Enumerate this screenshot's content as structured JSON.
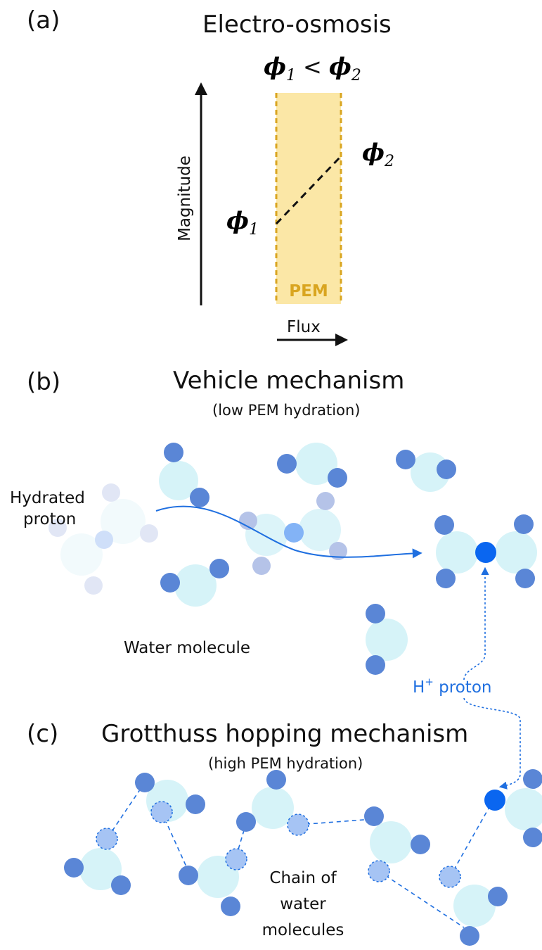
{
  "panel_a": {
    "label": "(a)",
    "title": "Electro-osmosis",
    "phi_symbol": "ϕ",
    "phi1_sub": "1",
    "phi2_sub": "2",
    "less_than": "<",
    "y_axis_label": "Magnitude",
    "x_axis_label": "Flux",
    "membrane_label": "PEM"
  },
  "panel_b": {
    "label": "(b)",
    "title": "Vehicle mechanism",
    "subtitle": "(low PEM hydration)",
    "hydrated_proton_line1": "Hydrated",
    "hydrated_proton_line2": "proton",
    "water_molecule_label": "Water molecule",
    "h_proton_label_base": "H",
    "h_proton_label_sup": "+",
    "h_proton_label_rest": " proton"
  },
  "panel_c": {
    "label": "(c)",
    "title": "Grotthuss hopping mechanism",
    "subtitle": "(high PEM hydration)",
    "chain_line1": "Chain of",
    "chain_line2": "water",
    "chain_line3": "molecules"
  },
  "colors": {
    "membrane_fill": "#fbe7a6",
    "membrane_border": "#d9a520",
    "oxygen": "#d6f3f8",
    "hydrogen": "#5a86d6",
    "proton": "#0a66f0",
    "hopping_hydrogen": "#a6c4f4",
    "arrow_blue": "#1f6fe0"
  }
}
